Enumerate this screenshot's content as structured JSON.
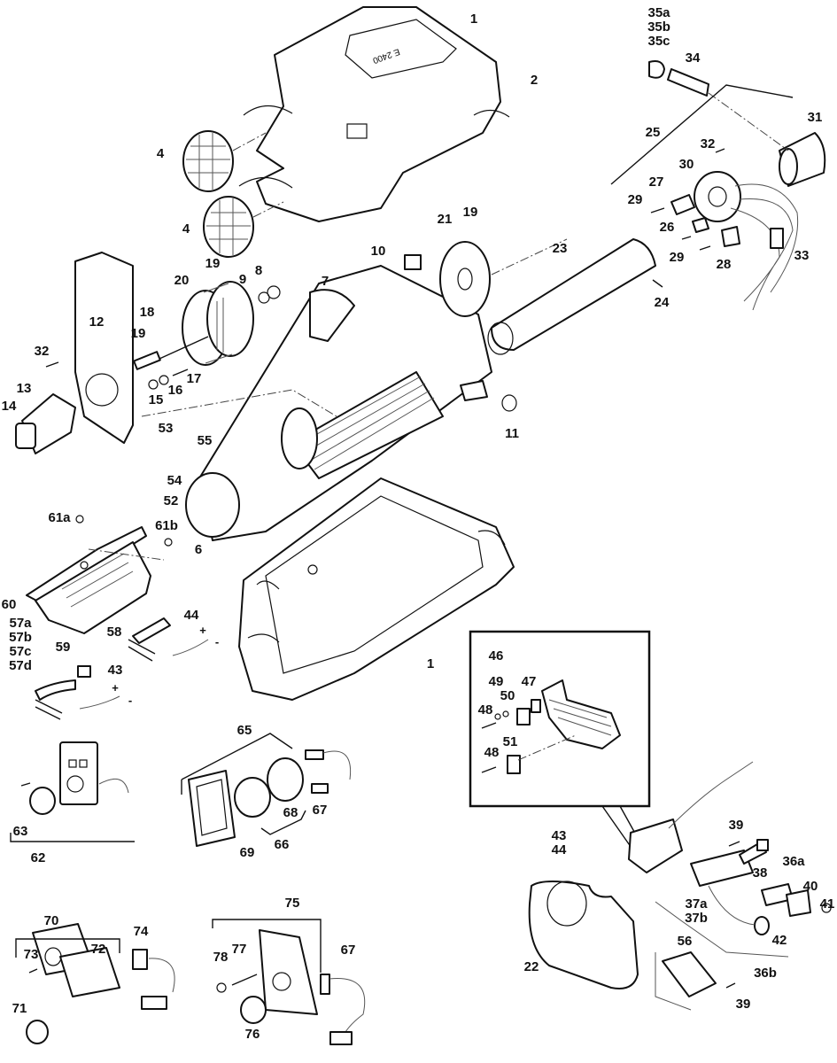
{
  "diagram": {
    "type": "exploded-parts-view",
    "cover_text": "E 2400",
    "labels": {
      "p1_top": "1",
      "p2": "2",
      "p4a": "4",
      "p4b": "4",
      "p35": "35a\n35b\n35c",
      "p34": "34",
      "p31": "31",
      "p25": "25",
      "p32_right": "32",
      "p30": "30",
      "p27": "27",
      "p29a": "29",
      "p26": "26",
      "p29b": "29",
      "p28": "28",
      "p33": "33",
      "p23": "23",
      "p24": "24",
      "p21": "21",
      "p19_right": "19",
      "p10": "10",
      "p7": "7",
      "p8": "8",
      "p9": "9",
      "p19_mid": "19",
      "p20": "20",
      "p18": "18",
      "p19_left": "19",
      "p12": "12",
      "p32_left": "32",
      "p13": "13",
      "p14": "14",
      "p15": "15",
      "p16": "16",
      "p17": "17",
      "p11": "11",
      "p53": "53",
      "p55": "55",
      "p54": "54",
      "p52": "52",
      "p6": "6",
      "p61a": "61a",
      "p61b": "61b",
      "p60": "60",
      "p57": "57a\n57b\n57c\n57d",
      "p59": "59",
      "p58": "58",
      "p44": "44",
      "p43": "43",
      "p1_bottom": "1",
      "p46": "46",
      "p49": "49",
      "p50": "50",
      "p47": "47",
      "p48a": "48",
      "p51": "51",
      "p48b": "48",
      "p43_44": "43\n44",
      "p65": "65",
      "p63": "63",
      "p62": "62",
      "p68": "68",
      "p67a": "67",
      "p69": "69",
      "p66": "66",
      "p39a": "39",
      "p36a": "36a",
      "p38": "38",
      "p40": "40",
      "p41": "41",
      "p37": "37a\n37b",
      "p42": "42",
      "p22": "22",
      "p56": "56",
      "p36b": "36b",
      "p39b": "39",
      "p70": "70",
      "p74": "74",
      "p73": "73",
      "p72": "72",
      "p71": "71",
      "p75": "75",
      "p78": "78",
      "p77": "77",
      "p67b": "67",
      "p76": "76"
    },
    "wire_polarity": {
      "plus": "+",
      "minus": "-"
    }
  }
}
